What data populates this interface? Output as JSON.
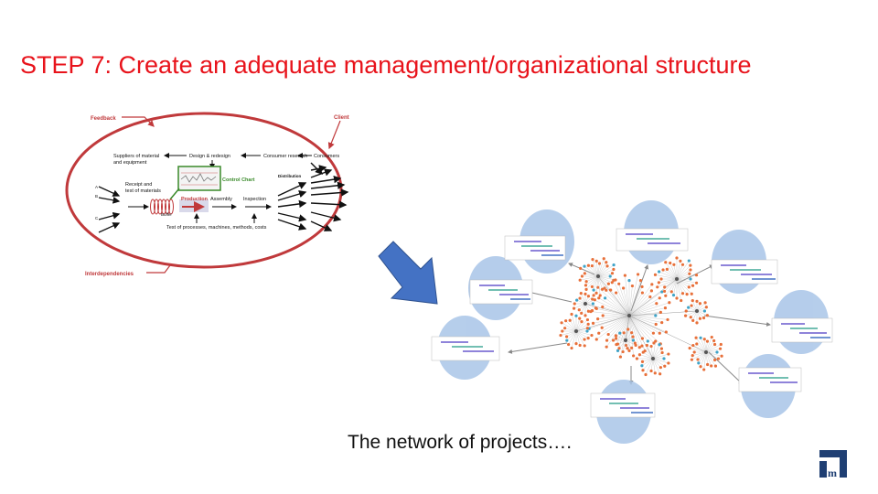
{
  "slide": {
    "title": "STEP 7: Create an adequate management/organizational structure",
    "caption": "The network of projects…."
  },
  "diagram": {
    "labels": {
      "feedback": "Feedback",
      "client": "Client",
      "interdependencies": "Interdependencies",
      "suppliers": "Suppliers of material\nand equipment",
      "design": "Design & redesign",
      "consumer_research": "Consumer research",
      "consumers": "Consumers",
      "control_chart": "Control Chart",
      "distribution": "Distribution",
      "receipt": "Receipt and\ntest of materials",
      "production": "Production",
      "assembly": "Assembly",
      "inspection": "Inspection",
      "buffer": "Buffer",
      "test_processes": "Test of processes, machines, methods, costs",
      "input_a": "A",
      "input_b": "B",
      "input_c": "C"
    }
  },
  "colors": {
    "title": "#e8131b",
    "ellipse": "#c0393b",
    "arrow": "#4472c4",
    "bubble": "#a9c5e8",
    "node_orange": "#e8703a",
    "control_green": "#3a8a2a",
    "logo": "#1f3f73"
  },
  "icons": {
    "big_arrow": "down-right-arrow-icon",
    "logo": "institution-logo-icon"
  }
}
